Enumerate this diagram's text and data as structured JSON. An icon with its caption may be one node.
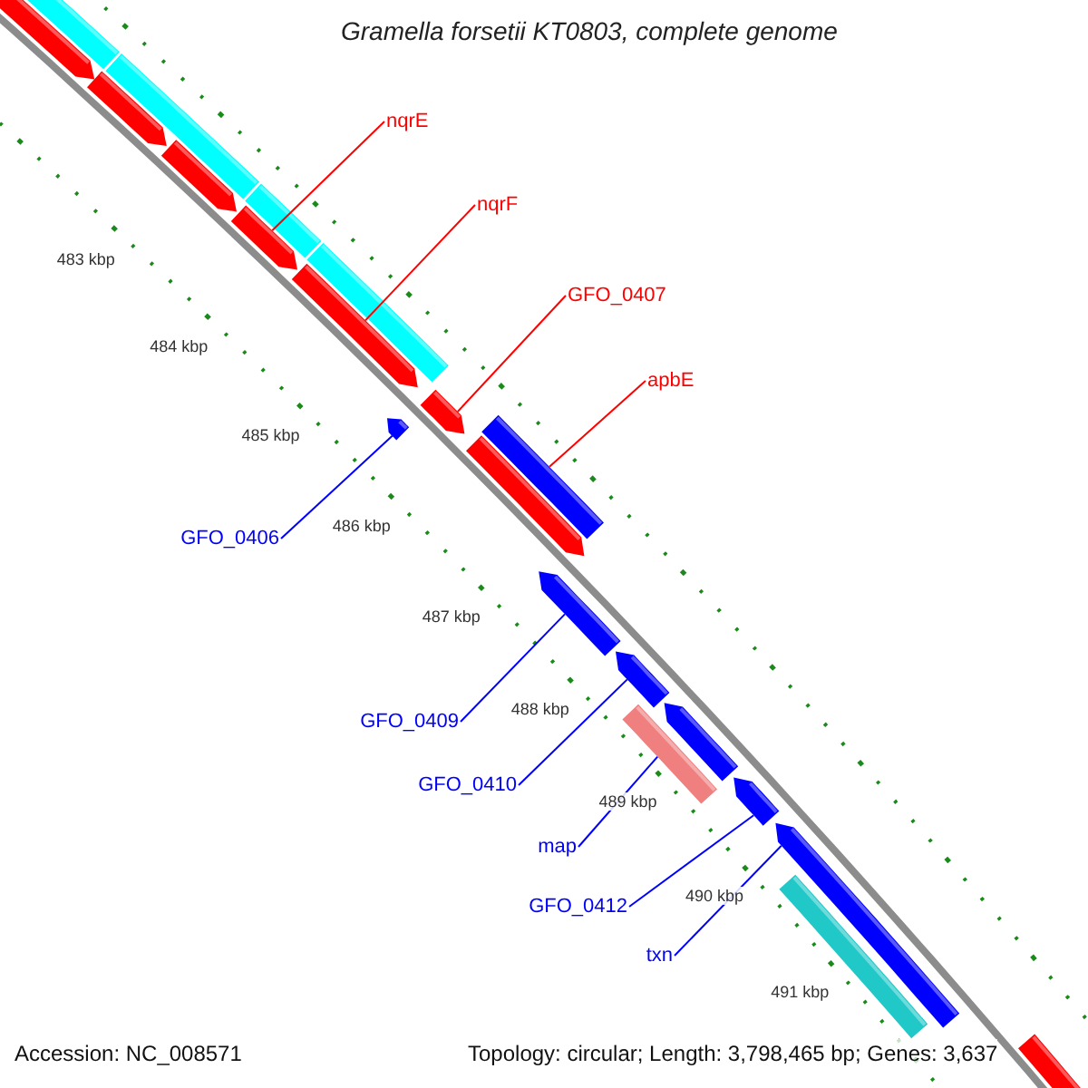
{
  "diagram": {
    "title": "Gramella forsetii KT0803, complete genome",
    "nodes": [
      {
        "text": [
          "nqrE"
        ]
      },
      {
        "text": [
          "nqrF"
        ]
      },
      {
        "text": [
          "GFO_0407"
        ]
      },
      {
        "text": [
          "apbE"
        ]
      },
      {
        "text": [
          "GFO_0406"
        ]
      },
      {
        "text": [
          "GFO_0409"
        ]
      },
      {
        "text": [
          "GFO_0410"
        ]
      },
      {
        "text": [
          "map"
        ]
      },
      {
        "text": [
          "GFO_0412"
        ]
      },
      {
        "text": [
          "txn"
        ]
      },
      {
        "text": [],
        "shape": "arrow"
      },
      {
        "text": [],
        "shape": "arrow"
      },
      {
        "text": [],
        "shape": "arrow"
      },
      {
        "text": [],
        "shape": "bar"
      },
      {
        "text": [],
        "shape": "arrow"
      },
      {
        "text": [],
        "shape": "arrow"
      },
      {
        "text": [],
        "shape": "arrow"
      },
      {
        "text": [],
        "shape": "bar"
      },
      {
        "text": [],
        "shape": "arrow"
      },
      {
        "text": [],
        "shape": "arrow"
      },
      {
        "text": [],
        "shape": "arrow"
      },
      {
        "text": [],
        "shape": "arrow"
      },
      {
        "text": [],
        "shape": "arrow"
      },
      {
        "text": [],
        "shape": "arrow"
      },
      {
        "text": [],
        "shape": "arrow"
      },
      {
        "text": [],
        "shape": "bar"
      },
      {
        "text": [],
        "shape": "bar"
      },
      {
        "text": [],
        "shape": "bar"
      },
      {
        "text": [],
        "shape": "bar"
      },
      {
        "text": [],
        "shape": "arrow"
      },
      {
        "text": [],
        "shape": "bar"
      }
    ],
    "edges": [
      {
        "from": 0,
        "to": 10,
        "arrow": "none",
        "color": "#ff0000"
      },
      {
        "from": 1,
        "to": 11,
        "arrow": "none",
        "color": "#ff0000"
      },
      {
        "from": 2,
        "to": 12,
        "arrow": "none",
        "color": "#ff0000"
      },
      {
        "from": 3,
        "to": 13,
        "arrow": "none",
        "color": "#ff0000"
      },
      {
        "from": 4,
        "to": 14,
        "arrow": "none"
      },
      {
        "from": 5,
        "to": 15,
        "arrow": "none"
      },
      {
        "from": 6,
        "to": 16,
        "arrow": "none"
      },
      {
        "from": 7,
        "to": 17,
        "arrow": "none"
      },
      {
        "from": 8,
        "to": 18,
        "arrow": "none"
      },
      {
        "from": 9,
        "to": 19,
        "arrow": "none"
      }
    ],
    "labels": [
      "483 kbp",
      "484 kbp",
      "485 kbp",
      "486 kbp",
      "487 kbp",
      "488 kbp",
      "489 kbp",
      "490 kbp",
      "491 kbp",
      "Accession: NC_008571",
      "Topology: circular; Length: 3,798,465 bp; Genes: 3,637"
    ]
  }
}
